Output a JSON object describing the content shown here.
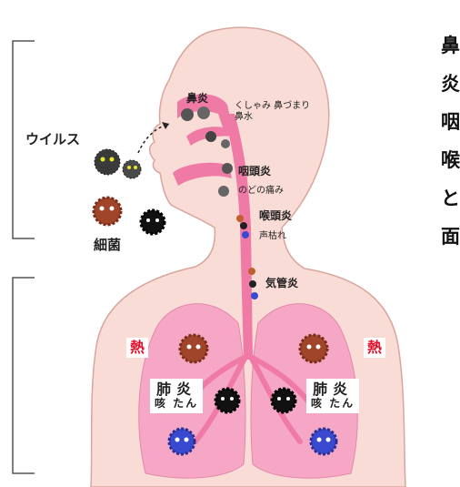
{
  "labels": {
    "virus": "ウイルス",
    "bacteria": "細菌",
    "rhinitis": "鼻炎",
    "rhinitis_symptoms_1": "くしゃみ 鼻づまり",
    "rhinitis_symptoms_2": "鼻水",
    "pharyngitis": "咽頭炎",
    "pharyngitis_symptom": "のどの痛み",
    "laryngitis": "喉頭炎",
    "laryngitis_symptom": "声枯れ",
    "bronchitis": "気管炎",
    "fever": "熱",
    "pneumonia": "肺炎",
    "pneumonia_symptoms": "咳 たん"
  },
  "side_text": [
    "鼻",
    "炎",
    "咽",
    "喉",
    "と",
    "面"
  ],
  "colors": {
    "body": "#f9dcd6",
    "body_outline": "#d9a59c",
    "airway": "#f07aa6",
    "lung": "#f6a7c6",
    "fever": "#e0102a"
  }
}
